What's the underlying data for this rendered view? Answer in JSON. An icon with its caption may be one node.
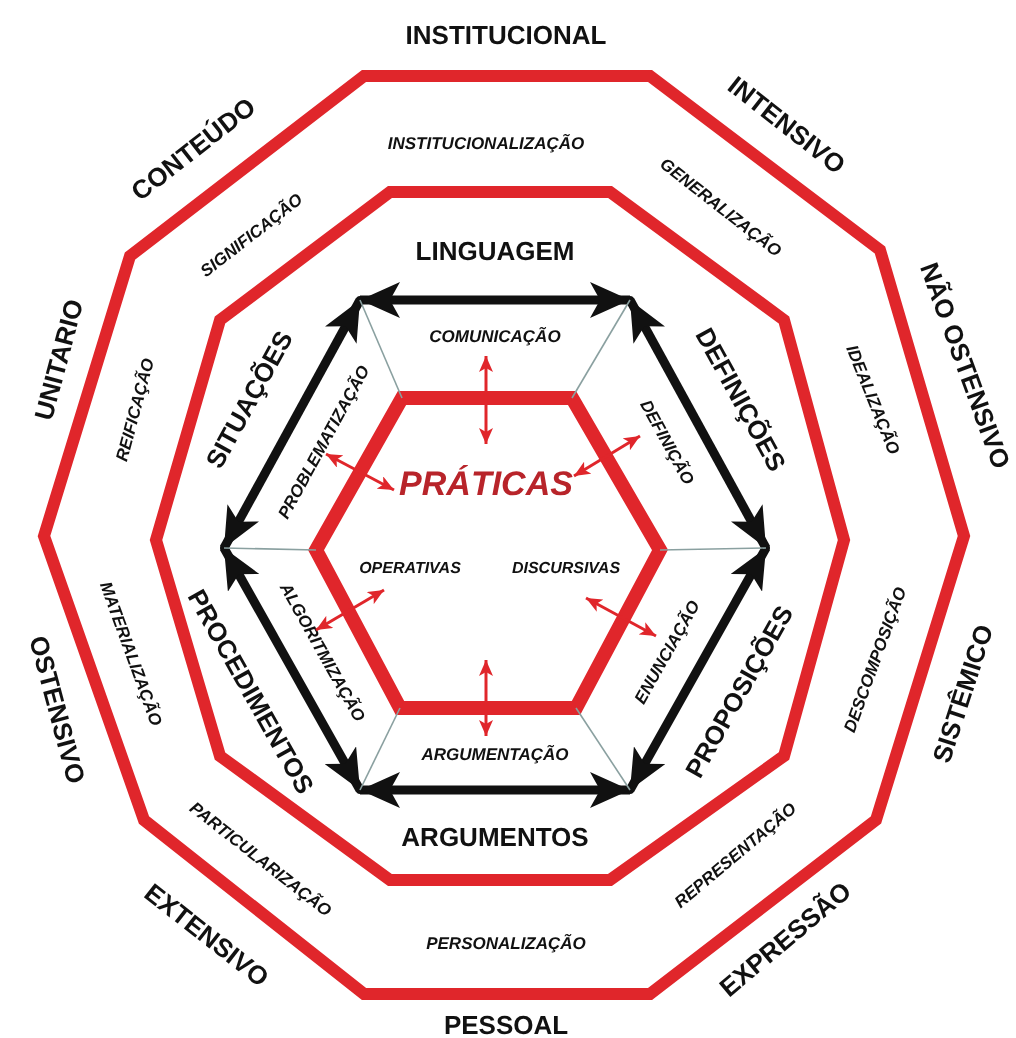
{
  "diagram": {
    "nodes": [
      {
        "text": [
          "INSTITUCIONALIZAÇÃO",
          "GENERALIZAÇÃO",
          "IDEALIZAÇÃO",
          "DESCOMPOSIÇÃO",
          "REPRESENTAÇÃO",
          "PERSONALIZAÇÃO",
          "PARTICULARIZAÇÃO",
          "MATERIALIZAÇÃO",
          "REIFICAÇÃO",
          "SIGNIFICAÇÃO"
        ],
        "beside": [
          "INSTITUCIONAL",
          "INTENSIVO",
          "NÃO OSTENSIVO",
          "SISTÊMICO",
          "EXPRESSÃO",
          "PESSOAL",
          "EXTENSIVO",
          "OSTENSIVO",
          "UNITARIO",
          "CONTEÚDO"
        ]
      },
      {
        "text": [],
        "shape": "decagon",
        "in": 0
      },
      {
        "text": [
          "PRÁTICAS",
          "OPERATIVAS",
          "DISCURSIVAS"
        ],
        "in": 1
      },
      {
        "text": [
          "COMUNICAÇÃO"
        ],
        "in": 1
      },
      {
        "text": [
          "PROBLEMATIZAÇÃO"
        ],
        "in": 1
      },
      {
        "text": [
          "DEFINIÇÃO"
        ],
        "in": 1
      },
      {
        "text": [
          "ALGORITMIZAÇÃO"
        ],
        "in": 1
      },
      {
        "text": [
          "ENUNCIAÇÃO"
        ],
        "in": 1
      },
      {
        "text": [
          "ARGUMENTAÇÃO"
        ],
        "in": 1
      },
      {
        "text": [],
        "shape": "point",
        "in": 1
      },
      {
        "text": [],
        "shape": "point",
        "in": 1
      },
      {
        "text": [],
        "shape": "point",
        "in": 1
      },
      {
        "text": [],
        "shape": "point",
        "in": 1
      },
      {
        "text": [],
        "shape": "point",
        "in": 1
      },
      {
        "text": [],
        "shape": "point",
        "in": 1
      }
    ],
    "edges": [
      {
        "from": 2,
        "to": 3,
        "arrow": "both",
        "color": "#e0262b"
      },
      {
        "from": 2,
        "to": 4,
        "arrow": "both",
        "color": "#e0262b"
      },
      {
        "from": 2,
        "to": 5,
        "arrow": "both",
        "color": "#e0262b"
      },
      {
        "from": 2,
        "to": 6,
        "arrow": "both",
        "color": "#e0262b"
      },
      {
        "from": 2,
        "to": 7,
        "arrow": "both",
        "color": "#e0262b"
      },
      {
        "from": 2,
        "to": 8,
        "arrow": "both",
        "color": "#e0262b"
      },
      {
        "from": 9,
        "to": 10,
        "arrow": "both",
        "label": "LINGUAGEM",
        "style": "thick",
        "color": "#111111"
      },
      {
        "from": 11,
        "to": 9,
        "arrow": "both",
        "label": "SITUAÇÕES",
        "style": "thick",
        "color": "#111111"
      },
      {
        "from": 10,
        "to": 12,
        "arrow": "both",
        "label": "DEFINIÇÕES",
        "style": "thick",
        "color": "#111111"
      },
      {
        "from": 11,
        "to": 13,
        "arrow": "both",
        "label": "PROCEDIMENTOS",
        "style": "thick",
        "color": "#111111"
      },
      {
        "from": 14,
        "to": 12,
        "arrow": "both",
        "label": "PROPOSIÇÕES",
        "style": "thick",
        "color": "#111111"
      },
      {
        "from": 13,
        "to": 14,
        "arrow": "both",
        "label": "ARGUMENTOS",
        "style": "thick",
        "color": "#111111"
      },
      {
        "from": 9,
        "to": 2,
        "arrow": "none",
        "color": "#8aa0a0"
      },
      {
        "from": 10,
        "to": 2,
        "arrow": "none",
        "color": "#8aa0a0"
      },
      {
        "from": 11,
        "to": 2,
        "arrow": "none",
        "color": "#8aa0a0"
      },
      {
        "from": 12,
        "to": 2,
        "arrow": "none",
        "color": "#8aa0a0"
      },
      {
        "from": 13,
        "to": 2,
        "arrow": "none",
        "color": "#8aa0a0"
      },
      {
        "from": 14,
        "to": 2,
        "arrow": "none",
        "color": "#8aa0a0"
      }
    ]
  }
}
